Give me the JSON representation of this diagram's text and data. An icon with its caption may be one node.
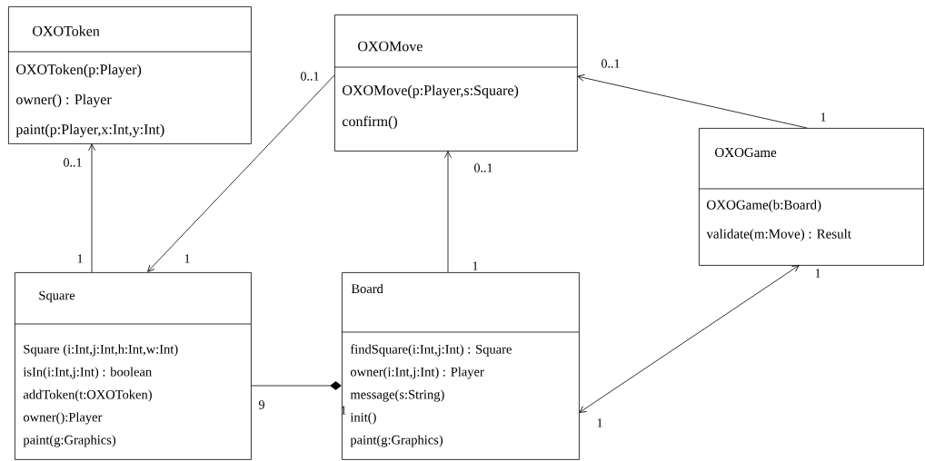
{
  "diagram": {
    "nodes": [
      {
        "text": [
          "OXOToken",
          "OXOToken(p:Player)",
          "owner() : Player",
          "paint(p:Player,x:Int,y:Int)"
        ]
      },
      {
        "text": [
          "OXOMove",
          "OXOMove(p:Player,s:Square)",
          "confirm()"
        ]
      },
      {
        "text": [
          "OXOGame",
          "OXOGame(b:Board)",
          "validate(m:Move) : Result"
        ]
      },
      {
        "text": [
          "Square",
          "Square (i:Int,j:Int,h:Int,w:Int)",
          "isIn(i:Int,j:Int) : boolean",
          "addToken(t:OXOToken)",
          "owner():Player",
          "paint(g:Graphics)"
        ]
      },
      {
        "text": [
          "Board",
          "findSquare(i:Int,j:Int) : Square",
          "owner(i:Int,j:Int) : Player",
          "message(s:String)",
          "init()",
          "paint(g:Graphics)"
        ]
      }
    ],
    "edges": [
      {
        "from": 3,
        "to": 0,
        "arrow": "to"
      },
      {
        "from": 1,
        "to": 3,
        "arrow": "to"
      },
      {
        "from": 4,
        "to": 1,
        "arrow": "to"
      },
      {
        "from": 2,
        "to": 1,
        "arrow": "to"
      },
      {
        "from": 2,
        "to": 4,
        "arrow": "both"
      },
      {
        "from": 3,
        "to": 4,
        "arrow": "other"
      }
    ],
    "labels": [
      "0..1",
      "0..1",
      "1",
      "0..1",
      "0..1",
      "1",
      "1",
      "1",
      "1",
      "9",
      "1",
      "1"
    ]
  }
}
